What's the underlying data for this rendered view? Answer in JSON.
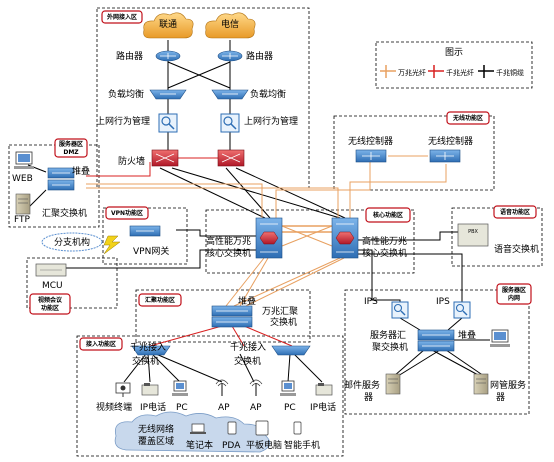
{
  "zones": {
    "external": "外网接入区",
    "dmz": "服务器区 DMZ",
    "vpn": "VPN功能区",
    "wireless": "无线功能区",
    "core": "核心功能区",
    "voice": "语音功能区",
    "video_conf": "视频会议 功能区",
    "aggregation": "汇聚功能区",
    "server_intranet": "服务器区 内网",
    "access": "接入功能区"
  },
  "labels": {
    "isp1": "联通",
    "isp2": "电信",
    "router1": "路由器",
    "router2": "路由器",
    "lb1": "负载均衡",
    "lb2": "负载均衡",
    "behav1": "上网行为管理",
    "behav2": "上网行为管理",
    "firewall": "防火墙",
    "web": "WEB",
    "ftp": "FTP",
    "dmz_switch": "汇聚交换机",
    "stack1": "堆叠",
    "wlc1": "无线控制器",
    "wlc2": "无线控制器",
    "branch": "分支机构",
    "vpn_gw": "VPN网关",
    "core1_l1": "高性能万兆",
    "core1_l2": "核心交换机",
    "core2_l1": "高性能万兆",
    "core2_l2": "核心交换机",
    "pbx": "PBX",
    "voice_sw": "语音交换机",
    "mcu": "MCU",
    "stack2": "堆叠",
    "agg_l1": "万兆汇聚",
    "agg_l2": "交换机",
    "acc1_l1": "千兆接入",
    "acc1_l2": "交换机",
    "acc2_l1": "千兆接入",
    "acc2_l2": "交换机",
    "ips1": "IPS",
    "ips2": "IPS",
    "srv_agg_l1": "服务器汇",
    "srv_agg_l2": "聚交换机",
    "stack3": "堆叠",
    "mail_l1": "邮件服务",
    "mail_l2": "器",
    "nms_l1": "网管服务",
    "nms_l2": "器",
    "video_term": "视频终端",
    "ipphone1": "IP电话",
    "pc1": "PC",
    "ap1": "AP",
    "ap2": "AP",
    "pc2": "PC",
    "ipphone2": "IP电话",
    "wl_l1": "无线网络",
    "wl_l2": "覆盖区域",
    "laptop": "笔记本",
    "pda": "PDA",
    "tablet": "平板电脑",
    "phone": "智能手机"
  },
  "legend": {
    "title": "图示",
    "items": [
      {
        "label": "万兆光纤",
        "color": "#e8a060"
      },
      {
        "label": "千兆光纤",
        "color": "#d82020"
      },
      {
        "label": "千兆铜缆",
        "color": "#000000"
      }
    ]
  },
  "colors": {
    "switch_blue": "#3a7fc4",
    "firewall_red": "#c42838",
    "cloud_orange": "#f2b24a",
    "zone_tag_red": "#c0101a",
    "fiber_10g": "#e8a060",
    "fiber_1g": "#d82020"
  }
}
